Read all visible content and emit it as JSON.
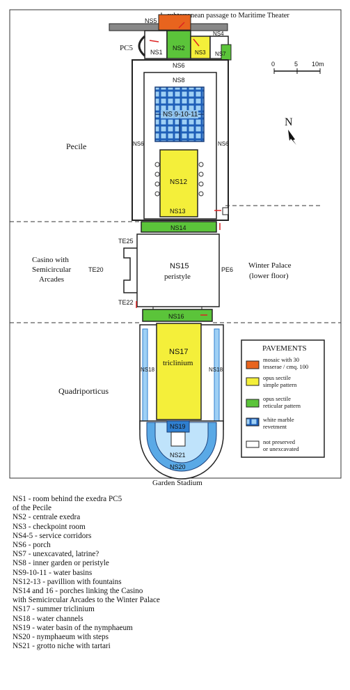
{
  "top_note": "subterranean passage to Maritime Theater",
  "scale": {
    "t0": "0",
    "t5": "5",
    "t10": "10m"
  },
  "north": "N",
  "areas": {
    "pecile": "Pecile",
    "casino": [
      "Casino with",
      "Semicircular",
      "Arcades"
    ],
    "winter_palace": [
      "Winter Palace",
      "(lower floor)"
    ],
    "quadriporticus": "Quadriporticus",
    "garden_stadium": "Garden Stadium"
  },
  "codes": {
    "pc5": "PC5",
    "ns1": "NS1",
    "ns2": "NS2",
    "ns3": "NS3",
    "ns4": "NS4",
    "ns5": "NS5",
    "ns6": "NS6",
    "ns7": "NS7",
    "ns8": "NS8",
    "ns9": "NS 9-10-11",
    "ns12": "NS12",
    "ns13": "NS13",
    "ns14": "NS14",
    "ns15": "NS15",
    "peristyle": "peristyle",
    "ns16": "NS16",
    "ns17": "NS17",
    "triclinium": "triclinium",
    "ns18": "NS18",
    "ns19": "NS19",
    "ns20": "NS20",
    "ns21": "NS21",
    "te25": "TE25",
    "te20": "TE20",
    "te22": "TE22",
    "pe6": "PE6"
  },
  "pavements": {
    "title": "PAVEMENTS",
    "items": [
      {
        "lines": [
          "mosaic with 30",
          "tesserae / cmq. 100"
        ],
        "color": "#e8641e"
      },
      {
        "lines": [
          "opus sectile",
          "simple pattern"
        ],
        "color": "#f4ef3a"
      },
      {
        "lines": [
          "opus sectile",
          "reticular pattern"
        ],
        "color": "#5bc43a"
      },
      {
        "lines": [
          "white marble",
          "revetment"
        ],
        "color": "#2f7fd0"
      },
      {
        "lines": [
          "not preserved",
          "or unexcavated"
        ],
        "color": "#ffffff"
      }
    ]
  },
  "legend": [
    "NS1 - room behind the exedra PC5",
    "of the Pecile",
    "NS2 - centrale exedra",
    "NS3 - checkpoint room",
    "NS4-5 - service corridors",
    "NS6 - porch",
    "NS7 - unexcavated, latrine?",
    "NS8 - inner garden or peristyle",
    "NS9-10-11 - water basins",
    "NS12-13 - pavillion with fountains",
    "NS14 and 16 - porches linking the Casino",
    "with Semicircular Arcades to the Winter Palace",
    "NS17 - summer triclinium",
    "NS18 - water channels",
    "NS19 - water basin of the nymphaeum",
    "NS20 - nymphaeum with steps",
    "NS21 - grotto niche with tartari"
  ]
}
